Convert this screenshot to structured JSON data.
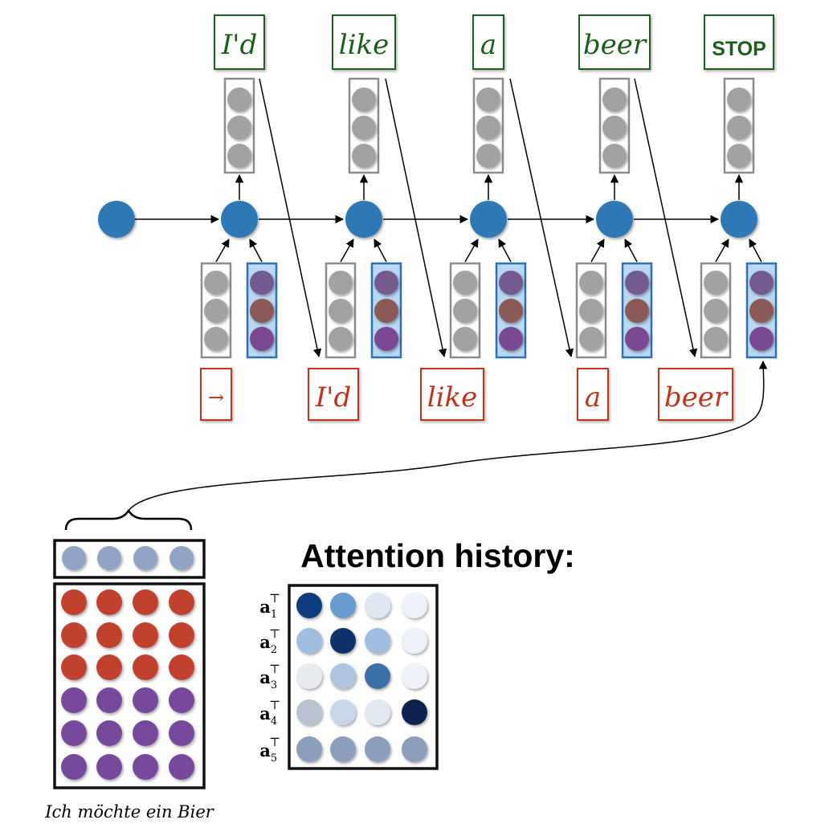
{
  "output_words": [
    "I'd",
    "like",
    "a",
    "beer",
    "STOP"
  ],
  "input_words": [
    "→",
    "I'd",
    "like",
    "a",
    "beer"
  ],
  "source_caption": "Ich möchte ein Bier",
  "attention_title": "Attention history:",
  "attention_row_labels": [
    "a",
    "a",
    "a",
    "a",
    "a"
  ],
  "attention_row_subscripts": [
    "1",
    "2",
    "3",
    "4",
    "5"
  ],
  "attention_row_superscript": "⊤",
  "attention_colors": [
    [
      "#0d3d7f",
      "#6a9bd0",
      "#dfe7f2",
      "#eef2f8"
    ],
    [
      "#9fbde0",
      "#08306b",
      "#9fbde0",
      "#eef2f8"
    ],
    [
      "#e8ebf0",
      "#aec5e0",
      "#3b6fa8",
      "#eef2f8"
    ],
    [
      "#b8c3d2",
      "#c8d6ea",
      "#e3e9f2",
      "#0a2250"
    ],
    [
      "#8b9ebe",
      "#8b9ebe",
      "#8b9ebe",
      "#8b9ebe"
    ]
  ],
  "colors": {
    "hidden_node": "#2e79b5",
    "gray_node": "#a2a2a2",
    "red_node": "#c0432e",
    "purple_node": "#764a9c",
    "summary_node": "#92a4c6",
    "ctx_top": "#735a8f",
    "ctx_mid": "#8b5a56",
    "ctx_bot": "#7a4a92",
    "ctx_fill": "#b9d8f3",
    "ctx_border": "#2f6fb8",
    "green": "#1b5e1b",
    "red": "#c0341d"
  }
}
